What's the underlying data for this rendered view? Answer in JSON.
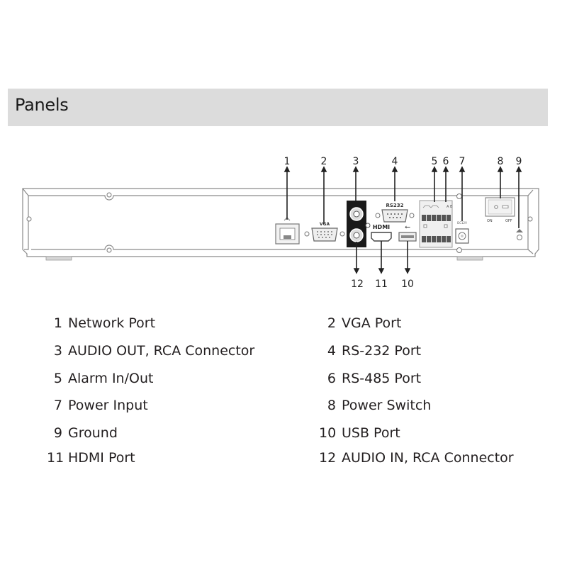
{
  "header": {
    "title": "Panels"
  },
  "diagram": {
    "device_labels": {
      "vga": "VGA",
      "rs232": "RS232",
      "hdmi": "HDMI",
      "switch_on": "ON",
      "switch_off": "OFF"
    },
    "callouts_top": [
      {
        "num": "1",
        "target": "Network Port"
      },
      {
        "num": "2",
        "target": "VGA Port"
      },
      {
        "num": "3",
        "target": "AUDIO OUT"
      },
      {
        "num": "4",
        "target": "RS-232 Port"
      },
      {
        "num": "5",
        "target": "Alarm In/Out"
      },
      {
        "num": "6",
        "target": "RS-485 Port"
      },
      {
        "num": "7",
        "target": "Power Input"
      },
      {
        "num": "8",
        "target": "Power Switch"
      },
      {
        "num": "9",
        "target": "Ground"
      }
    ],
    "callouts_bottom": [
      {
        "num": "12",
        "target": "AUDIO IN"
      },
      {
        "num": "11",
        "target": "HDMI Port"
      },
      {
        "num": "10",
        "target": "USB Port"
      }
    ]
  },
  "legend": {
    "left": [
      {
        "num": "1",
        "label": "Network Port"
      },
      {
        "num": "3",
        "label": "AUDIO OUT, RCA Connector"
      },
      {
        "num": "5",
        "label": "Alarm In/Out"
      },
      {
        "num": "7",
        "label": "Power Input"
      },
      {
        "num": "9",
        "label": "Ground"
      },
      {
        "num": "11",
        "label": "HDMI Port"
      }
    ],
    "right": [
      {
        "num": "2",
        "label": "VGA Port"
      },
      {
        "num": "4",
        "label": "RS-232 Port"
      },
      {
        "num": "6",
        "label": "RS-485 Port"
      },
      {
        "num": "8",
        "label": "Power Switch"
      },
      {
        "num": "10",
        "label": "USB Port"
      },
      {
        "num": "12",
        "label": "AUDIO IN, RCA Connector"
      }
    ]
  }
}
